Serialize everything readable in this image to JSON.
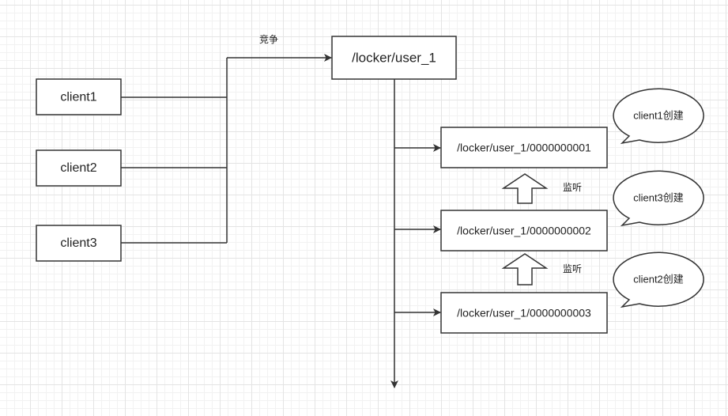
{
  "clients": [
    {
      "label": "client1"
    },
    {
      "label": "client2"
    },
    {
      "label": "client3"
    }
  ],
  "compete_label": "竞争",
  "root_node": {
    "label": "/locker/user_1"
  },
  "children": [
    {
      "label": "/locker/user_1/0000000001"
    },
    {
      "label": "/locker/user_1/0000000002"
    },
    {
      "label": "/locker/user_1/0000000003"
    }
  ],
  "watch_labels": [
    "监听",
    "监听"
  ],
  "callouts": [
    "client1创建",
    "client3创建",
    "client2创建"
  ],
  "colors": {
    "label_red": "#e0393e",
    "stroke": "#333333"
  }
}
